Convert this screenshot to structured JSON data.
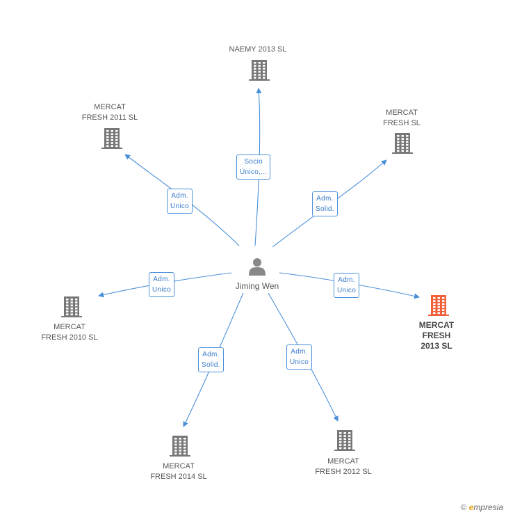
{
  "center": {
    "name": "Jiming Wen",
    "icon": "person-icon"
  },
  "nodes": [
    {
      "id": "naemy",
      "lines": [
        "NAEMY 2013 SL"
      ],
      "highlight": false,
      "icon": "building-icon"
    },
    {
      "id": "fresh2011",
      "lines": [
        "MERCAT",
        "FRESH 2011 SL"
      ],
      "highlight": false,
      "icon": "building-icon"
    },
    {
      "id": "freshsl",
      "lines": [
        "MERCAT",
        "FRESH SL"
      ],
      "highlight": false,
      "icon": "building-icon"
    },
    {
      "id": "fresh2010",
      "lines": [
        "MERCAT",
        "FRESH 2010 SL"
      ],
      "highlight": false,
      "icon": "building-icon"
    },
    {
      "id": "fresh2013",
      "lines": [
        "MERCAT",
        "FRESH",
        "2013  SL"
      ],
      "highlight": true,
      "icon": "building-icon"
    },
    {
      "id": "fresh2014",
      "lines": [
        "MERCAT",
        "FRESH 2014  SL"
      ],
      "highlight": false,
      "icon": "building-icon"
    },
    {
      "id": "fresh2012",
      "lines": [
        "MERCAT",
        "FRESH 2012 SL"
      ],
      "highlight": false,
      "icon": "building-icon"
    }
  ],
  "edges": [
    {
      "to": "naemy",
      "lines": [
        "Socio",
        "Único,..."
      ]
    },
    {
      "to": "fresh2011",
      "lines": [
        "Adm.",
        "Unico"
      ]
    },
    {
      "to": "freshsl",
      "lines": [
        "Adm.",
        "Solid."
      ]
    },
    {
      "to": "fresh2010",
      "lines": [
        "Adm.",
        "Unico"
      ]
    },
    {
      "to": "fresh2013",
      "lines": [
        "Adm.",
        "Unico"
      ]
    },
    {
      "to": "fresh2014",
      "lines": [
        "Adm.",
        "Solid."
      ]
    },
    {
      "to": "fresh2012",
      "lines": [
        "Adm.",
        "Unico"
      ]
    }
  ],
  "colors": {
    "edge": "#4a90d9",
    "building": "#777777",
    "highlight": "#f0603a",
    "person": "#888888"
  },
  "footer": {
    "copyright": "©",
    "brand_e": "e",
    "brand_rest": "mpresia"
  }
}
